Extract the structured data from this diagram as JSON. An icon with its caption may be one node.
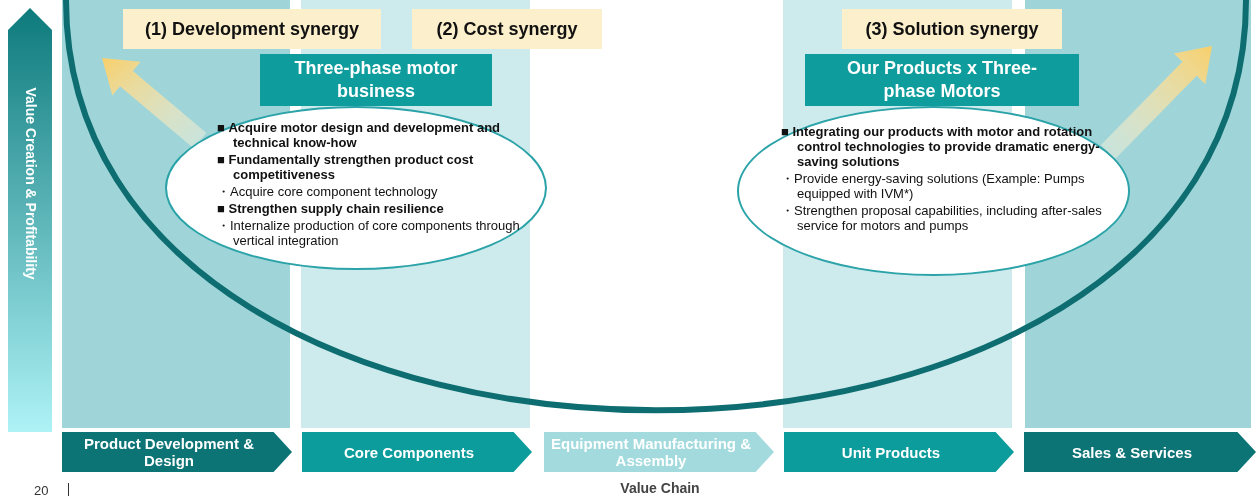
{
  "diagram": {
    "nodes": [
      {
        "text": [
          "(1) Development synergy"
        ]
      },
      {
        "text": [
          "(2) Cost synergy"
        ]
      },
      {
        "text": [
          "Three-phase motor business"
        ]
      },
      {
        "text": [
          "■ **Acquire motor design and development and technical know-how**",
          "■ **Fundamentally strengthen product cost competitiveness**",
          "・Acquire core component technology",
          "■ **Strengthen supply chain resilience**",
          "・Internalize production of core components through vertical integration"
        ]
      },
      {
        "text": [
          "(3) Solution synergy"
        ]
      },
      {
        "text": [
          "Our Products x Three-phase Motors"
        ]
      },
      {
        "text": [
          "■ **Integrating our products with motor and rotation control technologies to provide dramatic energy-saving solutions**",
          "・Provide energy-saving solutions (Example: Pumps equipped with IVM*)",
          "・Strengthen proposal capabilities, including after-sales service for motors and pumps"
        ]
      },
      {
        "text": [
          "Product Development & Design"
        ]
      },
      {
        "text": [
          "Core Components"
        ]
      },
      {
        "text": [
          "Equipment Manufacturing & Assembly"
        ]
      },
      {
        "text": [
          "Unit Products"
        ]
      },
      {
        "text": [
          "Sales & Services"
        ]
      }
    ],
    "edges": [
      {
        "from": 3,
        "to": null,
        "arrow": "to",
        "style": "thick"
      },
      {
        "from": 6,
        "to": null,
        "arrow": "to",
        "style": "thick"
      }
    ],
    "labels": [
      "Value Creation & Profitability",
      "Value Chain",
      "20"
    ]
  }
}
